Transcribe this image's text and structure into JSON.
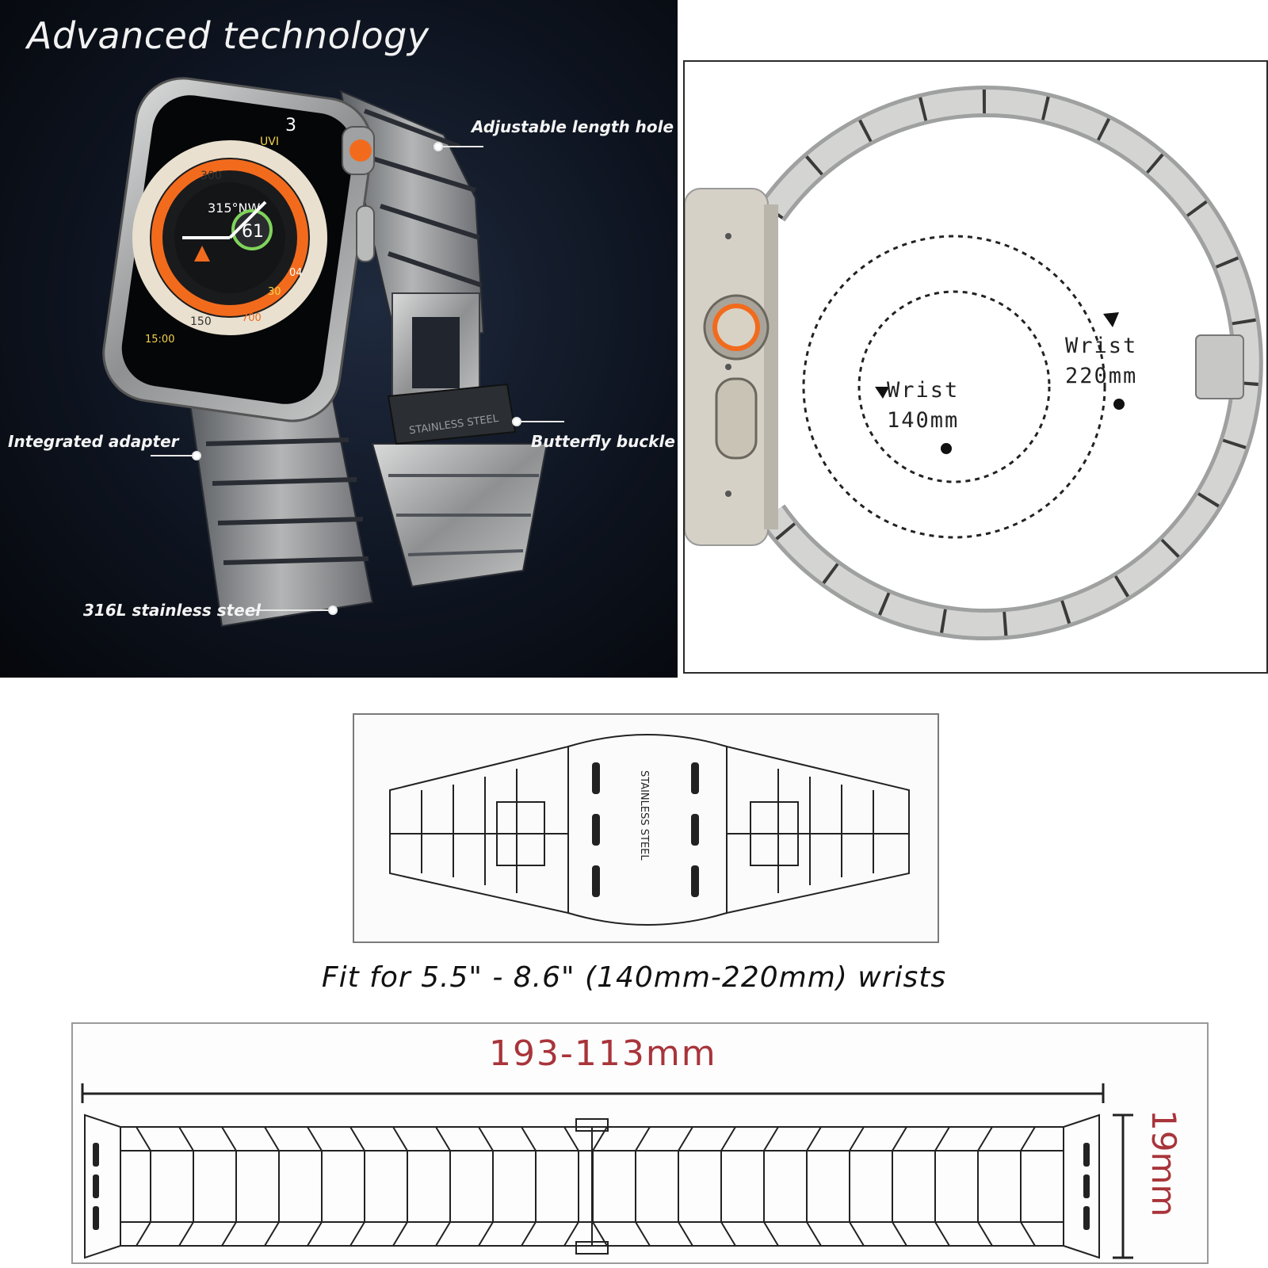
{
  "panel_features": {
    "title": "Advanced technology",
    "callouts": {
      "adjustable_hole": "Adjustable length hole",
      "integrated_adapter": "Integrated adapter",
      "butterfly_buckle": "Butterfly buckle",
      "steel": "316L stainless steel"
    },
    "buckle_engraving": "STAINLESS STEEL",
    "watch_face": {
      "top_number": "3",
      "uvi": "UVI",
      "heading": "315°NW",
      "center_number": "61",
      "compass_300": "300",
      "compass_150": "150",
      "compass_700": "700",
      "compass_30": "30",
      "compass_04": "04",
      "time": "15:00",
      "accent_color": "#f26b1d"
    },
    "colors": {
      "background": "#0e1420",
      "text": "#f4f4f4",
      "metal": "#a9aaaa"
    }
  },
  "panel_wrist": {
    "inner_label": "Wrist\n140mm",
    "outer_label": "Wrist\n220mm",
    "crown_accent": "#f26b1d"
  },
  "panel_flat": {
    "engraving": "STAINLESS STEEL"
  },
  "fit_text": "Fit for 5.5\" - 8.6\" (140mm-220mm) wrists",
  "panel_length": {
    "length_label": "193-113mm",
    "width_label": "19mm",
    "label_color": "#a8343a"
  }
}
